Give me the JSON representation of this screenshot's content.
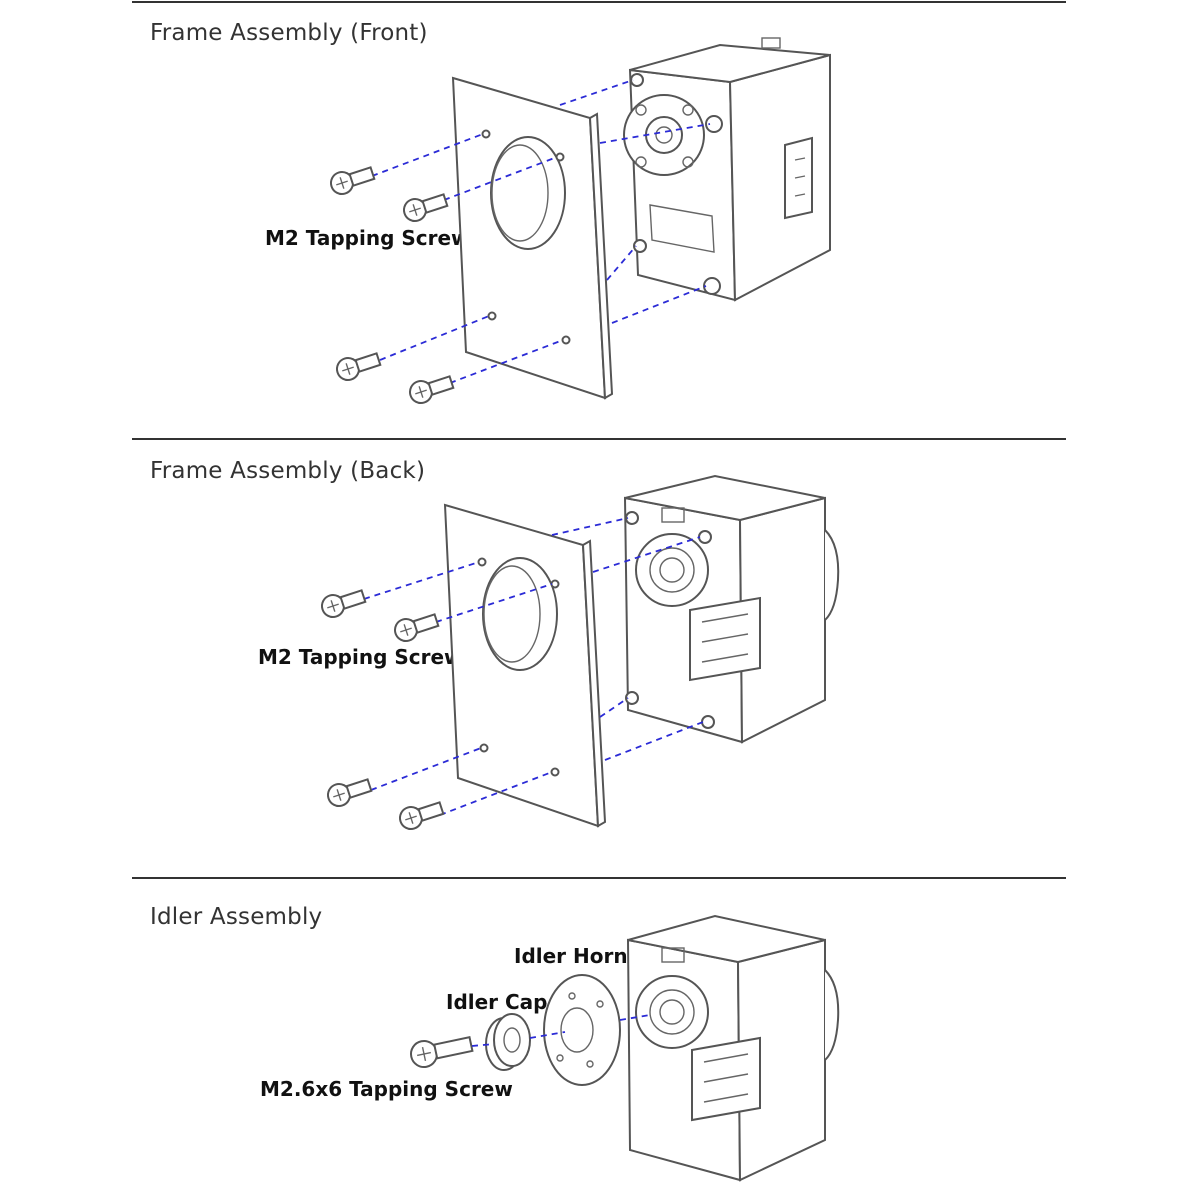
{
  "sections": [
    {
      "title": "Frame Assembly (Front)",
      "labels": [
        "M2 Tapping  Screw"
      ]
    },
    {
      "title": "Frame Assembly (Back)",
      "labels": [
        "M2 Tapping  Screw"
      ]
    },
    {
      "title": "Idler Assembly",
      "labels": [
        "Idler Horn",
        "Idler Cap",
        "M2.6x6 Tapping  Screw"
      ]
    }
  ],
  "colors": {
    "dashed_guide": "#2b2bd6",
    "line_art": "#555555",
    "divider": "#333333"
  }
}
